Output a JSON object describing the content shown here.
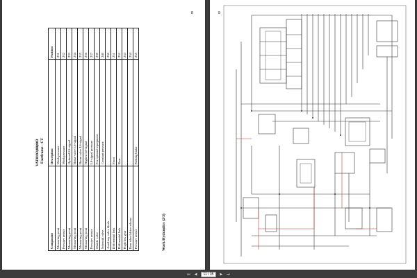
{
  "left_page": {
    "page_number": "8",
    "doc_code": "VAT0103(00)003",
    "doc_subtitle": "Fastframe - CT",
    "table_title": "Work Hydraulics (2/3)",
    "columns": [
      "Component",
      "Description",
      "Position"
    ],
    "rows": [
      [
        "Measuring point",
        "Work pressure",
        "231"
      ],
      [
        "Pressure sensor",
        "Work pressure",
        "232"
      ],
      [
        "Measuring point",
        "Optional LS-signal",
        "233"
      ],
      [
        "Measuring point",
        "Brake valve LS-signal",
        "234"
      ],
      [
        "Measuring point",
        "Boom valve LS-signal",
        "235"
      ],
      [
        "Measuring point",
        "Highest LS-signal",
        "236"
      ],
      [
        "Pressure sensor",
        "LS-signal pressure",
        "237"
      ],
      [
        "Shuttle valve",
        "For optional equipment",
        "239"
      ],
      [
        "Solenoid valve",
        "Constant pressure",
        "240"
      ],
      [
        "Auxiliary valve block",
        "",
        "250"
      ],
      [
        "Differential lock",
        "Front",
        "251"
      ],
      [
        "Differential lock",
        "Rear",
        "252"
      ],
      [
        "High/low gear",
        "",
        "253"
      ],
      [
        "Rear wheel drive release",
        "",
        "254"
      ],
      [
        "Pressure sensor",
        "Parking brake",
        "255"
      ]
    ]
  },
  "right_page": {
    "page_number": "9"
  },
  "toolbar": {
    "page_current": "11",
    "page_separator": "/",
    "page_total": "35"
  }
}
